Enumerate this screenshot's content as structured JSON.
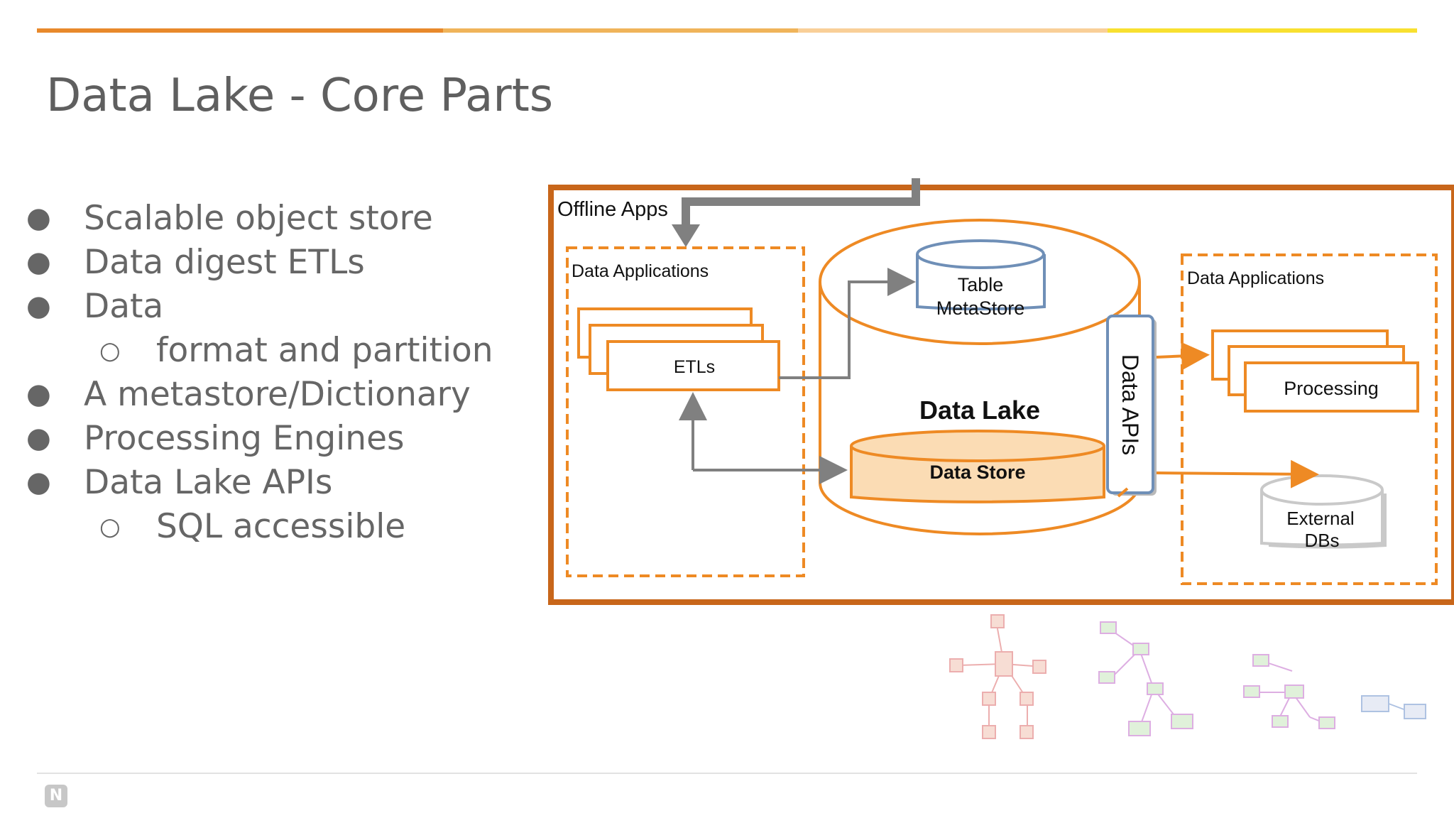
{
  "slide": {
    "title": "Data Lake - Core Parts",
    "logo_text": "N",
    "accent_colors": [
      "#e8892b",
      "#f0b45a",
      "#f9cf98",
      "#f8e030"
    ],
    "bullets": [
      {
        "text": "Scalable object store",
        "mark": "●",
        "level": 1
      },
      {
        "text": "Data digest ETLs",
        "mark": "●",
        "level": 1
      },
      {
        "text": "Data",
        "mark": "●",
        "level": 1
      },
      {
        "text": "format and partition",
        "mark": "○",
        "level": 2
      },
      {
        "text": "A metastore/Dictionary",
        "mark": "●",
        "level": 1
      },
      {
        "text": "Processing Engines",
        "mark": "●",
        "level": 1
      },
      {
        "text": "Data Lake APIs",
        "mark": "●",
        "level": 1
      },
      {
        "text": "SQL accessible",
        "mark": "○",
        "level": 2
      }
    ]
  },
  "diagram": {
    "frame_label": "Offline Apps",
    "left_group_label": "Data Applications",
    "right_group_label": "Data Applications",
    "etls_label": "ETLs",
    "metastore_line1": "Table",
    "metastore_line2": "MetaStore",
    "data_lake_label": "Data Lake",
    "data_store_label": "Data Store",
    "data_apis_label": "Data APIs",
    "processing_label": "Processing",
    "external_line1": "External",
    "external_line2": "DBs",
    "colors": {
      "frame": "#c8661a",
      "orange": "#ee8a24",
      "blue": "#6f8fb7",
      "gray_arrow": "#808080",
      "store_fill": "#fbdcb4"
    }
  }
}
